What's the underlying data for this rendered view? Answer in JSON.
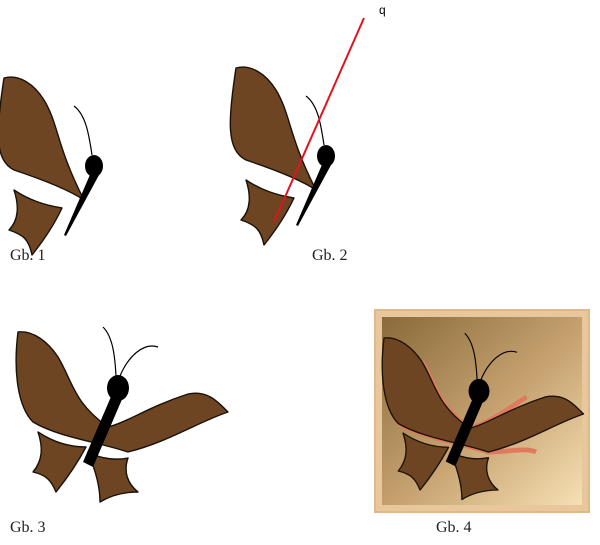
{
  "colors": {
    "wing": "#6e4522",
    "body": "#000000",
    "outline": "#1a1108",
    "symmetry_line": "#e0141e",
    "frame": "#e8c79c",
    "gradient_dark": "#8a6a3a",
    "gradient_light": "#f6e0b4",
    "shadow_edge": "#e07a5f"
  },
  "figures": [
    {
      "id": "gb1",
      "caption": "Gb. 1",
      "content": "half butterfly"
    },
    {
      "id": "gb2",
      "caption": "Gb. 2",
      "content": "half butterfly with symmetry line",
      "line_label": "q"
    },
    {
      "id": "gb3",
      "caption": "Gb. 3",
      "content": "full butterfly"
    },
    {
      "id": "gb4",
      "caption": "Gb. 4",
      "content": "full butterfly on gradient background"
    }
  ]
}
